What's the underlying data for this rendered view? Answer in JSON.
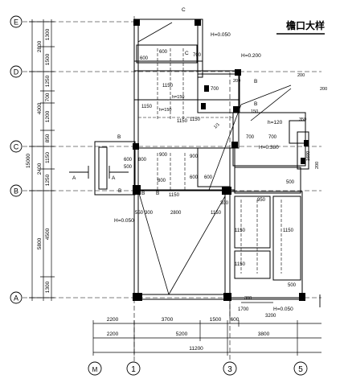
{
  "title": "檐口大样",
  "grid_row_labels": [
    "E",
    "D",
    "C",
    "B",
    "A"
  ],
  "grid_col_labels": [
    "M",
    "1",
    "3",
    "5"
  ],
  "left_dims_inner": [
    "1300",
    "1500",
    "1250",
    "700",
    "1200",
    "850",
    "1150",
    "1250",
    "4500",
    "1300"
  ],
  "left_dims_outer": [
    "2800",
    "4000",
    "2400",
    "5800"
  ],
  "left_dim_total": "15000",
  "bottom_dims_row1": [
    "2200",
    "3700",
    "1500",
    "600"
  ],
  "bottom_dims_row2": [
    "2200",
    "5200",
    "3800"
  ],
  "bottom_dim_total": "11200",
  "bottom_dim_right": "3200",
  "bottom_dim_small": "1700",
  "level_marks": [
    "H=0.050",
    "H=0.200",
    "h=120",
    "H=0.380",
    "H=0.050",
    "H=0.050"
  ],
  "section_labels": [
    "C",
    "C",
    "B",
    "B",
    "B",
    "B",
    "A",
    "A",
    "B",
    "B"
  ],
  "beam_text": [
    "600",
    "600",
    "600",
    "700",
    "700",
    "700",
    "900",
    "900",
    "950",
    "1150",
    "1150",
    "1150",
    "1150",
    "1150",
    "1150",
    "1150",
    "500",
    "500",
    "500",
    "600",
    "600",
    "700",
    "800",
    "800",
    "1150"
  ],
  "inner_dims": [
    "550",
    "300",
    "2800",
    "1150",
    "300",
    "3200",
    "1600"
  ],
  "misc_text": [
    "h=150",
    "h=150",
    "1/1",
    "200",
    "200",
    "300",
    "200",
    "150",
    "1600",
    "350",
    "200"
  ]
}
